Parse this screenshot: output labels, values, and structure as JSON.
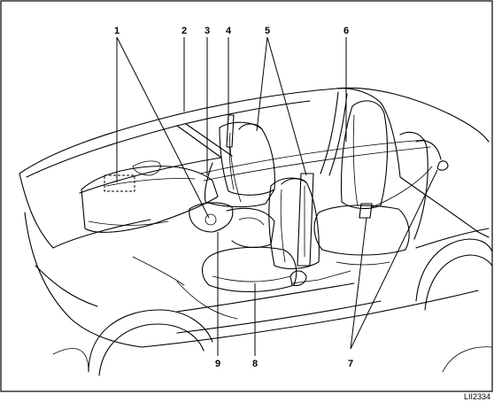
{
  "figure_code": "LII2334",
  "callouts": [
    {
      "id": "1",
      "label": "1"
    },
    {
      "id": "2",
      "label": "2"
    },
    {
      "id": "3",
      "label": "3"
    },
    {
      "id": "4",
      "label": "4"
    },
    {
      "id": "5",
      "label": "5"
    },
    {
      "id": "6",
      "label": "6"
    },
    {
      "id": "7",
      "label": "7"
    },
    {
      "id": "8",
      "label": "8"
    },
    {
      "id": "9",
      "label": "9"
    }
  ],
  "colors": {
    "ink": "#000000",
    "background": "#ffffff"
  }
}
